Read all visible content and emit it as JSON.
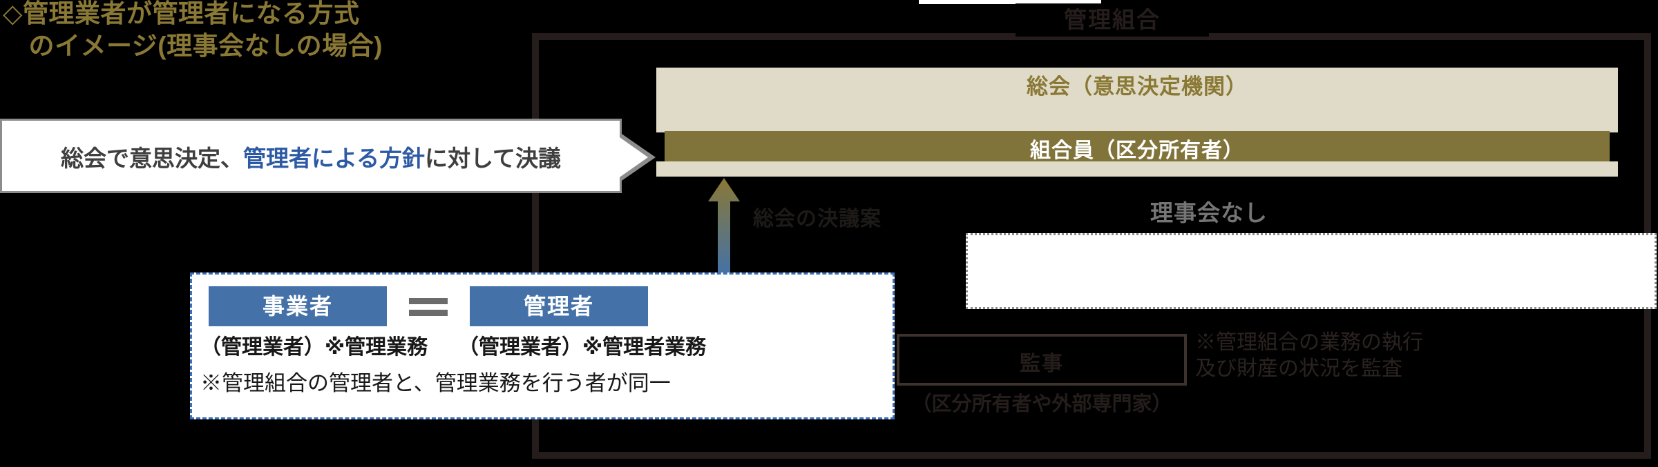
{
  "title": {
    "text": "◇管理業者が管理者になる方式\n 　のイメージ(理事会なしの場合)",
    "color": "#8a7835"
  },
  "frame": {
    "label": "管理組合",
    "border_color": "#251d1b"
  },
  "general_assembly": {
    "heading": "総会（意思決定機関）",
    "heading_color": "#8a7835",
    "panel_color": "#e0dbc8",
    "member_bar_label": "組合員（区分所有者）",
    "member_bar_color": "#81743b",
    "member_bar_text_color": "#ffffff"
  },
  "callout": {
    "prefix": "総会で意思決定、",
    "accent": "管理者による方針",
    "suffix": "に対して決議",
    "accent_color": "#2d5aa4",
    "body_color": "#3f3f3f"
  },
  "arrow": {
    "label": "総会の決議案",
    "label_color": "#1d1a18",
    "gradient_from": "#4472a8",
    "gradient_to": "#8a7835",
    "direction": "up"
  },
  "board": {
    "label": "理事会なし",
    "label_color": "#757575",
    "box_fill": "#ffffff",
    "box_border_style": "dotted",
    "box_border_color": "#8a8a8a"
  },
  "auditor": {
    "box_label": "監事",
    "sub_label": "（区分所有者や外部専門家）",
    "note": "※管理組合の業務の執行\n及び財産の状況を監査",
    "border_color": "#3d322c",
    "text_color": "#241d1b"
  },
  "operator_panel": {
    "border_color": "#3b6fb8",
    "box_color": "#4472a8",
    "boxes": [
      {
        "label": "事業者",
        "caption": "（管理業者）※管理業務"
      },
      {
        "label": "管理者",
        "caption": "（管理業者）※管理者業務"
      }
    ],
    "equal_symbol": "=",
    "note": "※管理組合の管理者と、管理業務を行う者が同一"
  }
}
